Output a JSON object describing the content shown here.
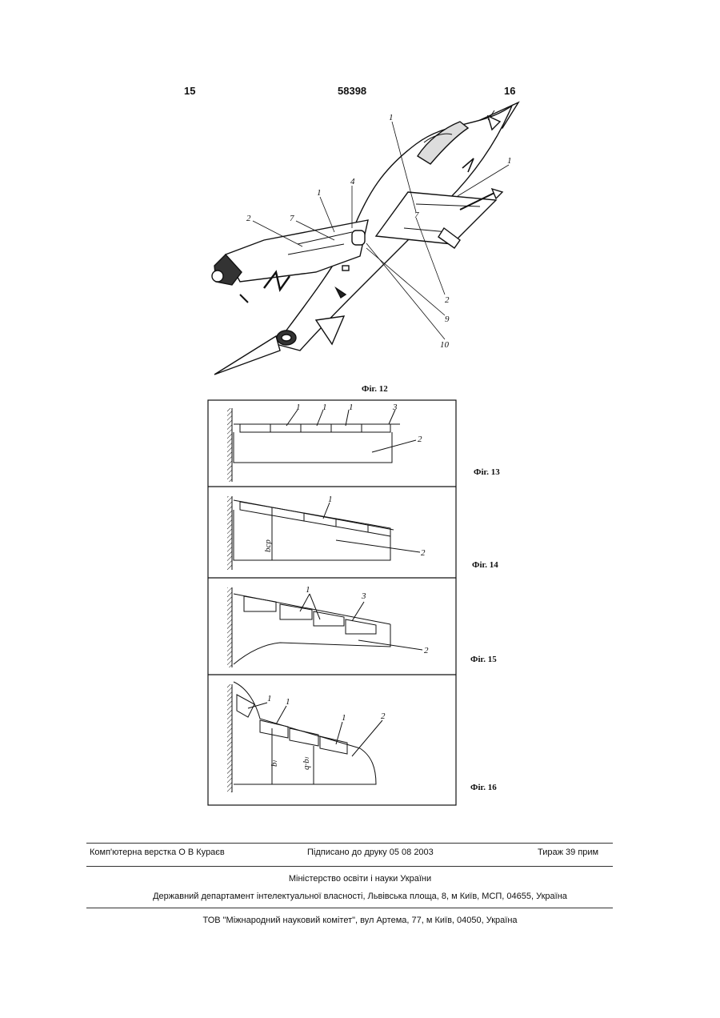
{
  "header": {
    "page_left": "15",
    "patent_number": "58398",
    "page_right": "16"
  },
  "figures": {
    "fig12": {
      "caption": "Фіг. 12",
      "labels": [
        "1",
        "1",
        "4",
        "2",
        "7",
        "7",
        "2",
        "9",
        "10",
        "1"
      ]
    },
    "fig13": {
      "caption": "Фіг. 13",
      "labels": [
        "1",
        "1",
        "1",
        "3",
        "2"
      ]
    },
    "fig14": {
      "caption": "Фіг. 14",
      "labels": [
        "1",
        "2",
        "bср"
      ]
    },
    "fig15": {
      "caption": "Фіг. 15",
      "labels": [
        "1",
        "3",
        "2"
      ]
    },
    "fig16": {
      "caption": "Фіг. 16",
      "labels": [
        "1",
        "1",
        "1",
        "2",
        "bₗ",
        "q·bₗ"
      ]
    }
  },
  "footer": {
    "layout": "Комп'ютерна верстка О В  Кураєв",
    "signed": "Підписано до друку 05 08 2003",
    "circulation": "Тираж 39 прим",
    "ministry": "Міністерство освіти і науки України",
    "department": "Державний департамент інтелектуальної власності, Львівська площа, 8, м  Київ, МСП, 04655, Україна",
    "publisher": "ТОВ \"Міжнародний науковий комітет\", вул  Артема, 77, м  Київ, 04050, Україна"
  }
}
